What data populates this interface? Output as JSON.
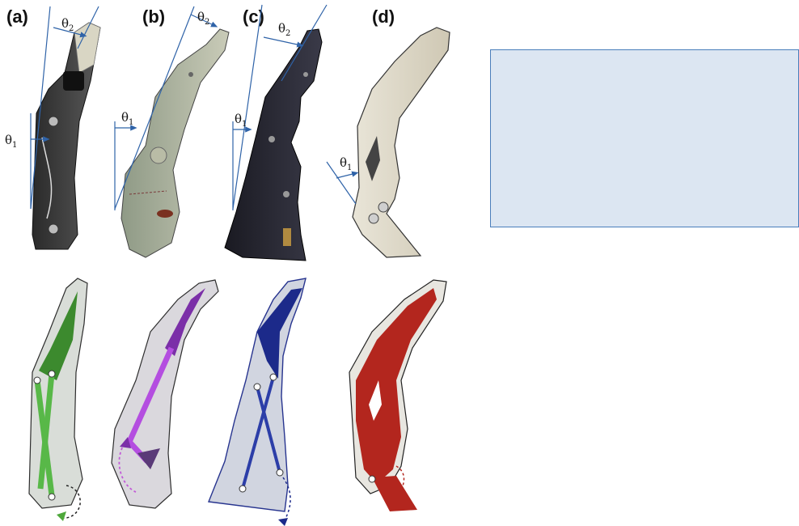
{
  "panels": [
    {
      "id": "a",
      "label": "(a)",
      "angles": [
        "θ1",
        "θ2"
      ],
      "linkage_color": "#3c8a2e"
    },
    {
      "id": "b",
      "label": "(b)",
      "angles": [
        "θ1",
        "θ2"
      ],
      "linkage_color": "#9a3fc2"
    },
    {
      "id": "c",
      "label": "(c)",
      "angles": [
        "θ1",
        "θ2"
      ],
      "linkage_color": "#1c2a8a"
    },
    {
      "id": "d",
      "label": "(d)",
      "angles": [
        "θ1"
      ],
      "linkage_color": "#b3261e"
    }
  ],
  "colors": {
    "annotation_line": "#2f63a8",
    "info_box_fill": "#dce6f2",
    "info_box_border": "#4a7ebb"
  }
}
